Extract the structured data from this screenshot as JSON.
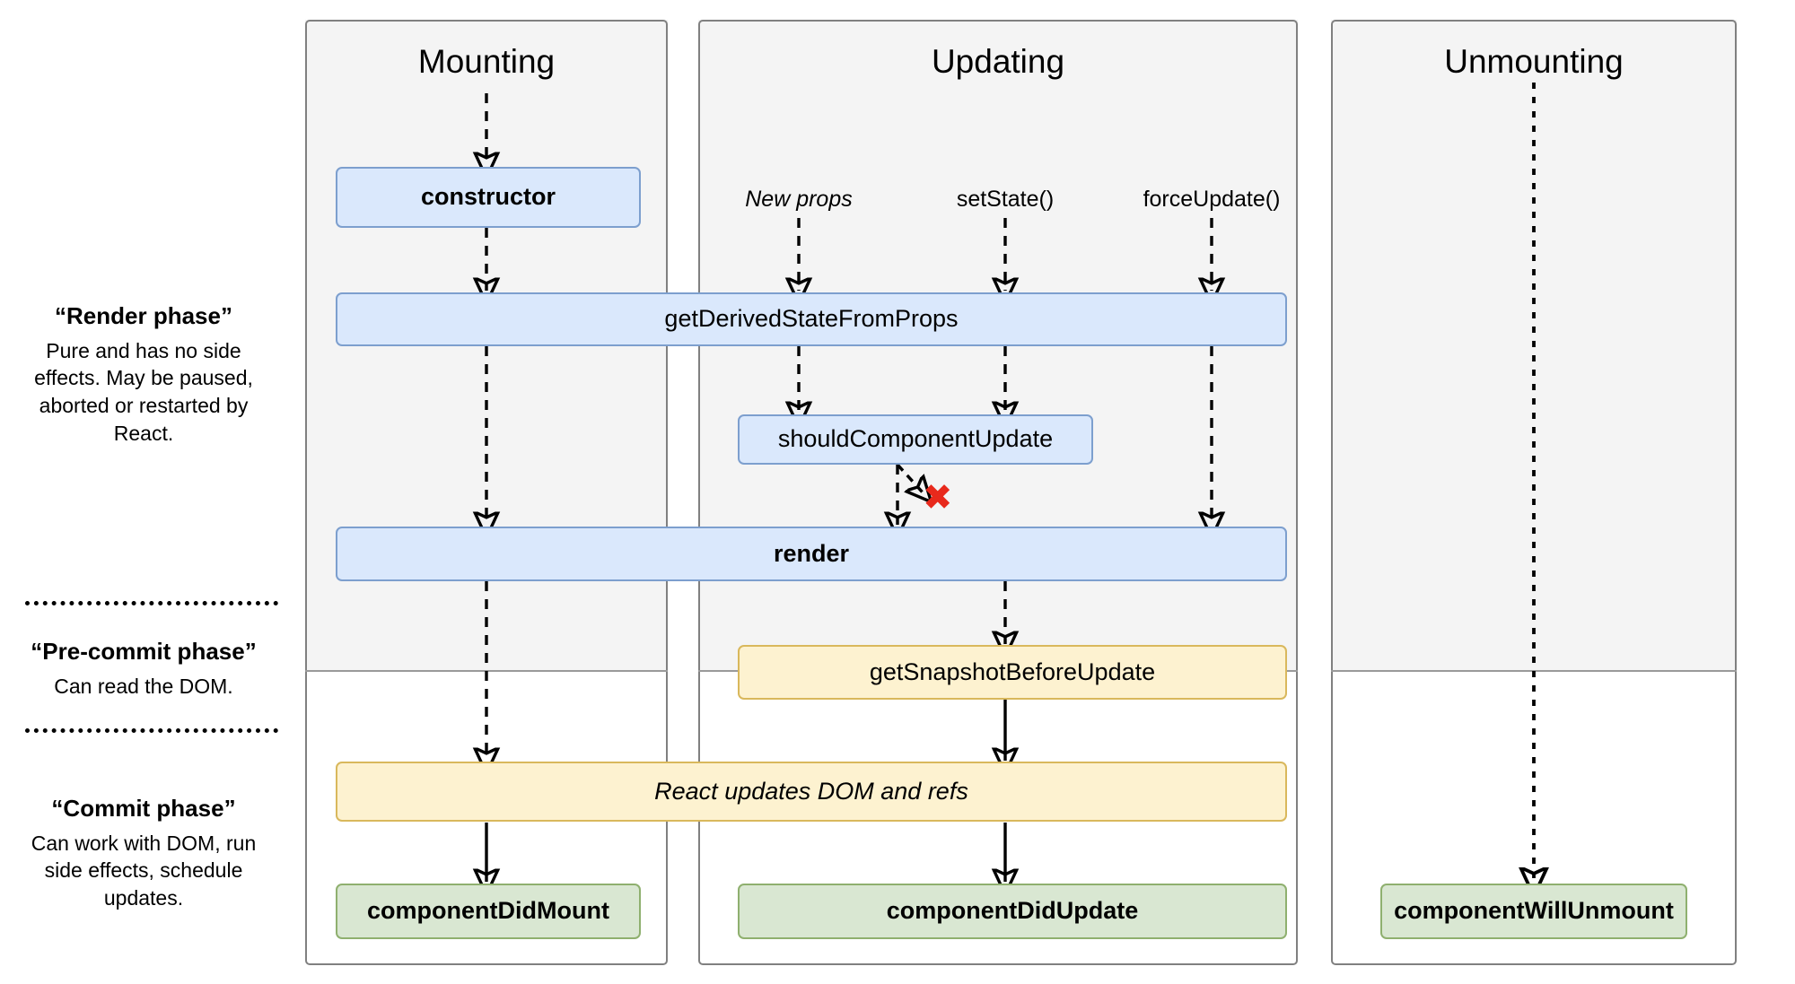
{
  "phases": [
    {
      "id": "render-phase",
      "title": "“Render phase”",
      "desc": "Pure and has no side effects. May be paused, aborted or restarted by React."
    },
    {
      "id": "pre-commit-phase",
      "title": "“Pre-commit phase”",
      "desc": "Can read the DOM."
    },
    {
      "id": "commit-phase",
      "title": "“Commit phase”",
      "desc": "Can work with DOM, run side effects, schedule updates."
    }
  ],
  "columns": [
    {
      "id": "mounting",
      "header": "Mounting"
    },
    {
      "id": "updating",
      "header": "Updating"
    },
    {
      "id": "unmounting",
      "header": "Unmounting"
    }
  ],
  "triggers": [
    {
      "id": "new-props",
      "label": "New props",
      "style": "italic"
    },
    {
      "id": "set-state",
      "label": "setState()",
      "style": "normal"
    },
    {
      "id": "force-update",
      "label": "forceUpdate()",
      "style": "normal"
    }
  ],
  "nodes": [
    {
      "id": "constructor",
      "label": "constructor",
      "color": "blue",
      "weight": "bold"
    },
    {
      "id": "get-derived-state",
      "label": "getDerivedStateFromProps",
      "color": "blue",
      "weight": "normal"
    },
    {
      "id": "should-component-update",
      "label": "shouldComponentUpdate",
      "color": "blue",
      "weight": "normal"
    },
    {
      "id": "render",
      "label": "render",
      "color": "blue",
      "weight": "bold"
    },
    {
      "id": "get-snapshot",
      "label": "getSnapshotBeforeUpdate",
      "color": "yellow",
      "weight": "normal"
    },
    {
      "id": "react-updates-dom",
      "label": "React updates DOM and refs",
      "color": "yellow",
      "weight": "italic"
    },
    {
      "id": "component-did-mount",
      "label": "componentDidMount",
      "color": "green",
      "weight": "bold"
    },
    {
      "id": "component-did-update",
      "label": "componentDidUpdate",
      "color": "green",
      "weight": "bold"
    },
    {
      "id": "component-will-unmount",
      "label": "componentWillUnmount",
      "color": "green",
      "weight": "bold"
    }
  ],
  "annotations": [
    {
      "id": "abort-marker",
      "glyph": "✖",
      "color": "#e8291c",
      "meaning": "update-aborted"
    }
  ],
  "colors": {
    "blue_fill": "#dae8fc",
    "blue_stroke": "#7d9fce",
    "yellow_fill": "#fdf2d0",
    "yellow_stroke": "#d9b85c",
    "green_fill": "#d9e7d2",
    "green_stroke": "#8fb06f",
    "column_fill": "#f4f4f4",
    "column_stroke": "#808080",
    "abort_red": "#e8291c"
  }
}
